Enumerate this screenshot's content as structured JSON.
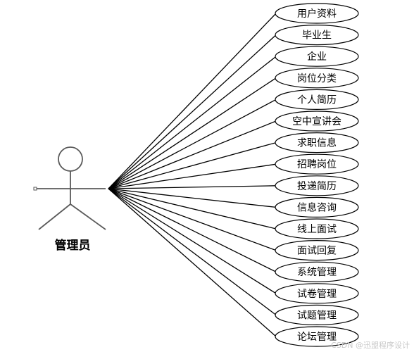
{
  "actor": {
    "label": "管理员"
  },
  "use_cases": [
    {
      "label": "用户资料"
    },
    {
      "label": "毕业生"
    },
    {
      "label": "企业"
    },
    {
      "label": "岗位分类"
    },
    {
      "label": "个人简历"
    },
    {
      "label": "空中宣讲会"
    },
    {
      "label": "求职信息"
    },
    {
      "label": "招聘岗位"
    },
    {
      "label": "投递简历"
    },
    {
      "label": "信息咨询"
    },
    {
      "label": "线上面试"
    },
    {
      "label": "面试回复"
    },
    {
      "label": "系统管理"
    },
    {
      "label": "试卷管理"
    },
    {
      "label": "试题管理"
    },
    {
      "label": "论坛管理"
    }
  ],
  "watermark": "CSDN @迅盟程序设计",
  "colors": {
    "line": "#000000",
    "actor": "#5a5a5a",
    "background": "#ffffff",
    "watermark": "#c8c8c8"
  }
}
